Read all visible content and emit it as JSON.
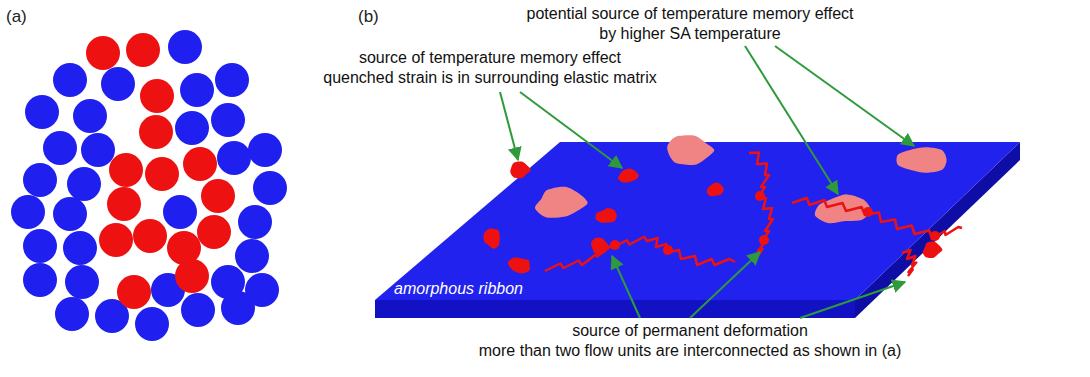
{
  "diagram": {
    "labels": [
      "(a)",
      "(b)",
      "potential source of temperature memory effect by higher SA temperature",
      "source of temperature memory effect quenched strain is in surrounding elastic matrix",
      "amorphous ribbon",
      "source of permanent deformation more than two flow units are interconnected as shown in (a)"
    ]
  }
}
